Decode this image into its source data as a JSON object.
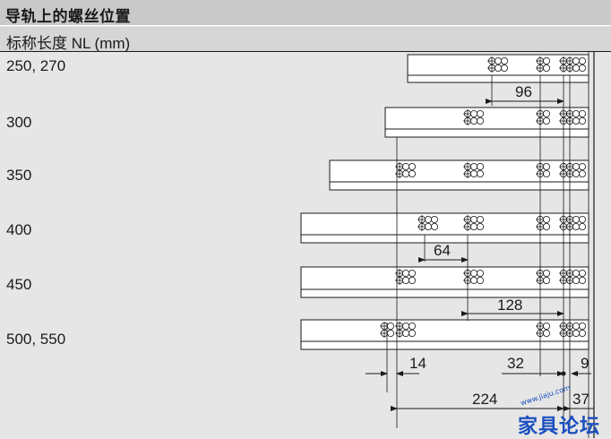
{
  "title": "导轨上的螺丝位置",
  "column_header": "标称长度 NL (mm)",
  "rows": [
    {
      "label": "250, 270"
    },
    {
      "label": "300"
    },
    {
      "label": "350"
    },
    {
      "label": "400"
    },
    {
      "label": "450"
    },
    {
      "label": "500, 550"
    }
  ],
  "dimensions": {
    "d96": "96",
    "d64": "64",
    "d128": "128",
    "d14": "14",
    "d32": "32",
    "d9": "9",
    "d224": "224",
    "d37": "37"
  },
  "watermark": {
    "url": "www.jiaju.com",
    "name": "家具论坛"
  },
  "colors": {
    "background": "#e6e6e6",
    "title_bg": "#c9c9c9",
    "header_bg": "#d6d6d6",
    "rail_fill": "#ffffff",
    "line": "#1a1a1a",
    "watermark": "#1a4fbf"
  }
}
